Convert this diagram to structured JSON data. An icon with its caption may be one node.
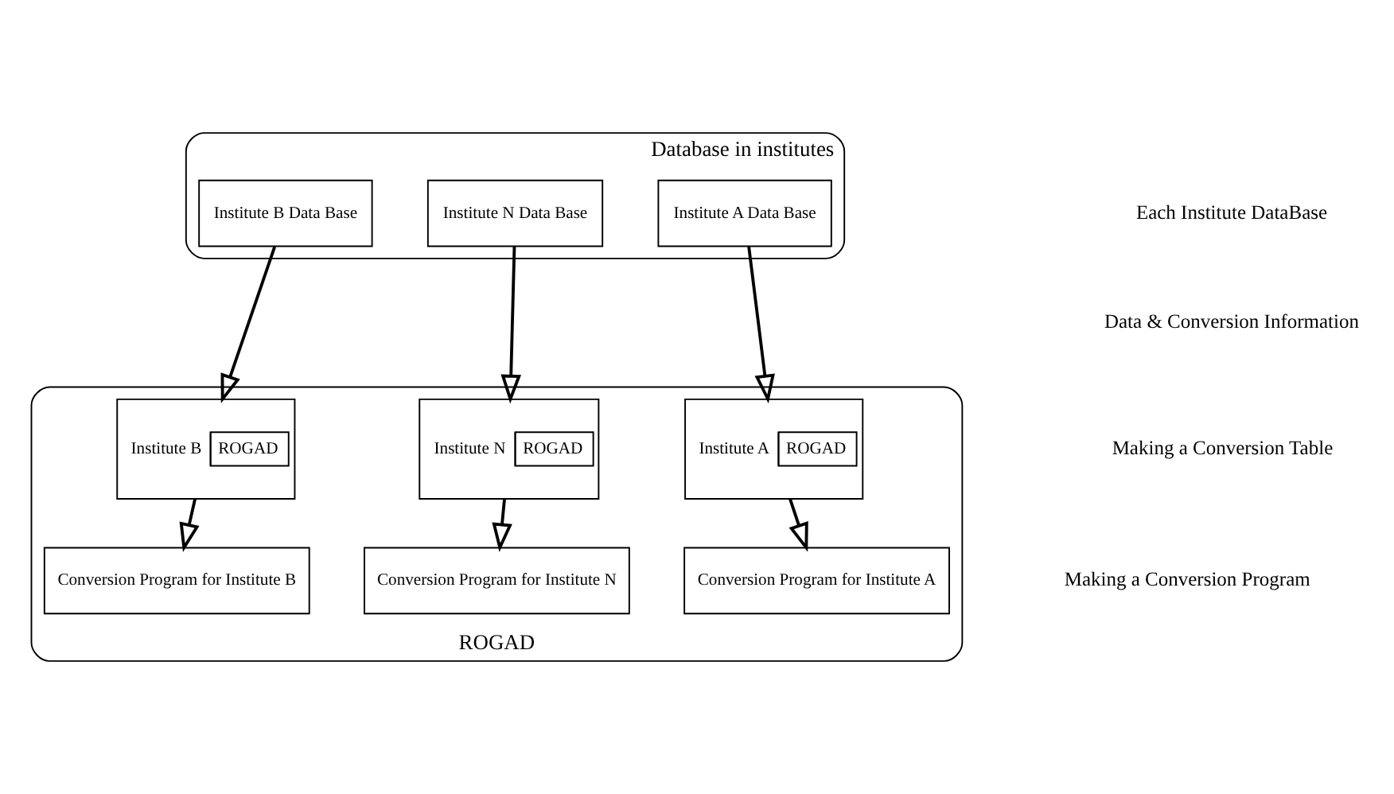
{
  "diagram": {
    "nodes": [
      {
        "text": [
          "Database in institutes"
        ]
      },
      {
        "text": [
          "Institute A Data Base"
        ],
        "in": 0
      },
      {
        "text": [
          "Institute B Data Base"
        ],
        "in": 0
      },
      {
        "text": [
          "Institute N Data Base"
        ],
        "in": 0
      },
      {
        "text": [
          "ROGAD"
        ]
      },
      {
        "text": [
          "Institute A",
          "ROGAD"
        ],
        "in": 4
      },
      {
        "text": [
          "Institute B",
          "ROGAD"
        ],
        "in": 4
      },
      {
        "text": [
          "Institute N",
          "ROGAD"
        ],
        "in": 4
      },
      {
        "text": [
          "Conversion Program for Institute A"
        ],
        "in": 4
      },
      {
        "text": [
          "Conversion Program for Institute B"
        ],
        "in": 4
      },
      {
        "text": [
          "Conversion Program for Institute N"
        ],
        "in": 4
      }
    ],
    "edges": [
      {
        "from": 1,
        "to": 5,
        "arrow": "to"
      },
      {
        "from": 2,
        "to": 6,
        "arrow": "to"
      },
      {
        "from": 3,
        "to": 7,
        "arrow": "to"
      },
      {
        "from": 5,
        "to": 8,
        "arrow": "to"
      },
      {
        "from": 6,
        "to": 9,
        "arrow": "to"
      },
      {
        "from": 7,
        "to": 10,
        "arrow": "to"
      }
    ],
    "labels": [
      "Each Institute DataBase",
      "Data & Conversion Information",
      "Making a Conversion Table",
      "Making a Conversion Program"
    ]
  }
}
